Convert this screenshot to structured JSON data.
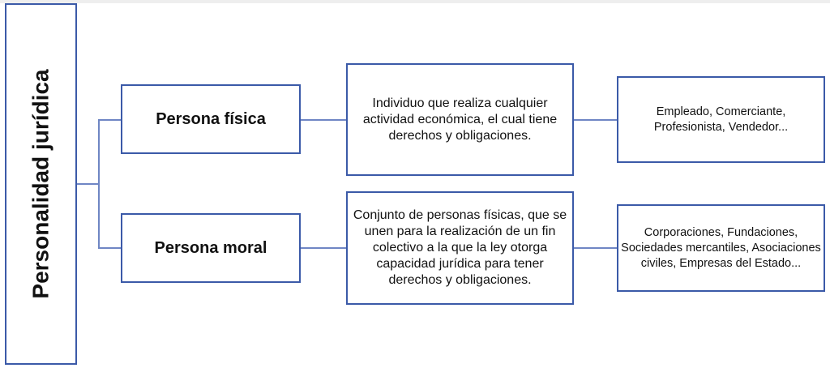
{
  "root": {
    "label": "Personalidad jurídica"
  },
  "branches": [
    {
      "category": "Persona física",
      "description": "Individuo que realiza cualquier actividad económica, el cual tiene derechos y obligaciones.",
      "examples": "Empleado, Comerciante, Profesionista, Vendedor..."
    },
    {
      "category": "Persona moral",
      "description": "Conjunto de personas físicas, que se unen para la realización de un fin colectivo a la que la ley otorga capacidad jurídica para tener derechos y obligaciones.",
      "examples": "Corporaciones, Fundaciones, Sociedades mercantiles, Asociaciones civiles, Empresas del Estado..."
    }
  ],
  "colors": {
    "border": "#3b5aa8",
    "connector": "#6f86c4"
  }
}
